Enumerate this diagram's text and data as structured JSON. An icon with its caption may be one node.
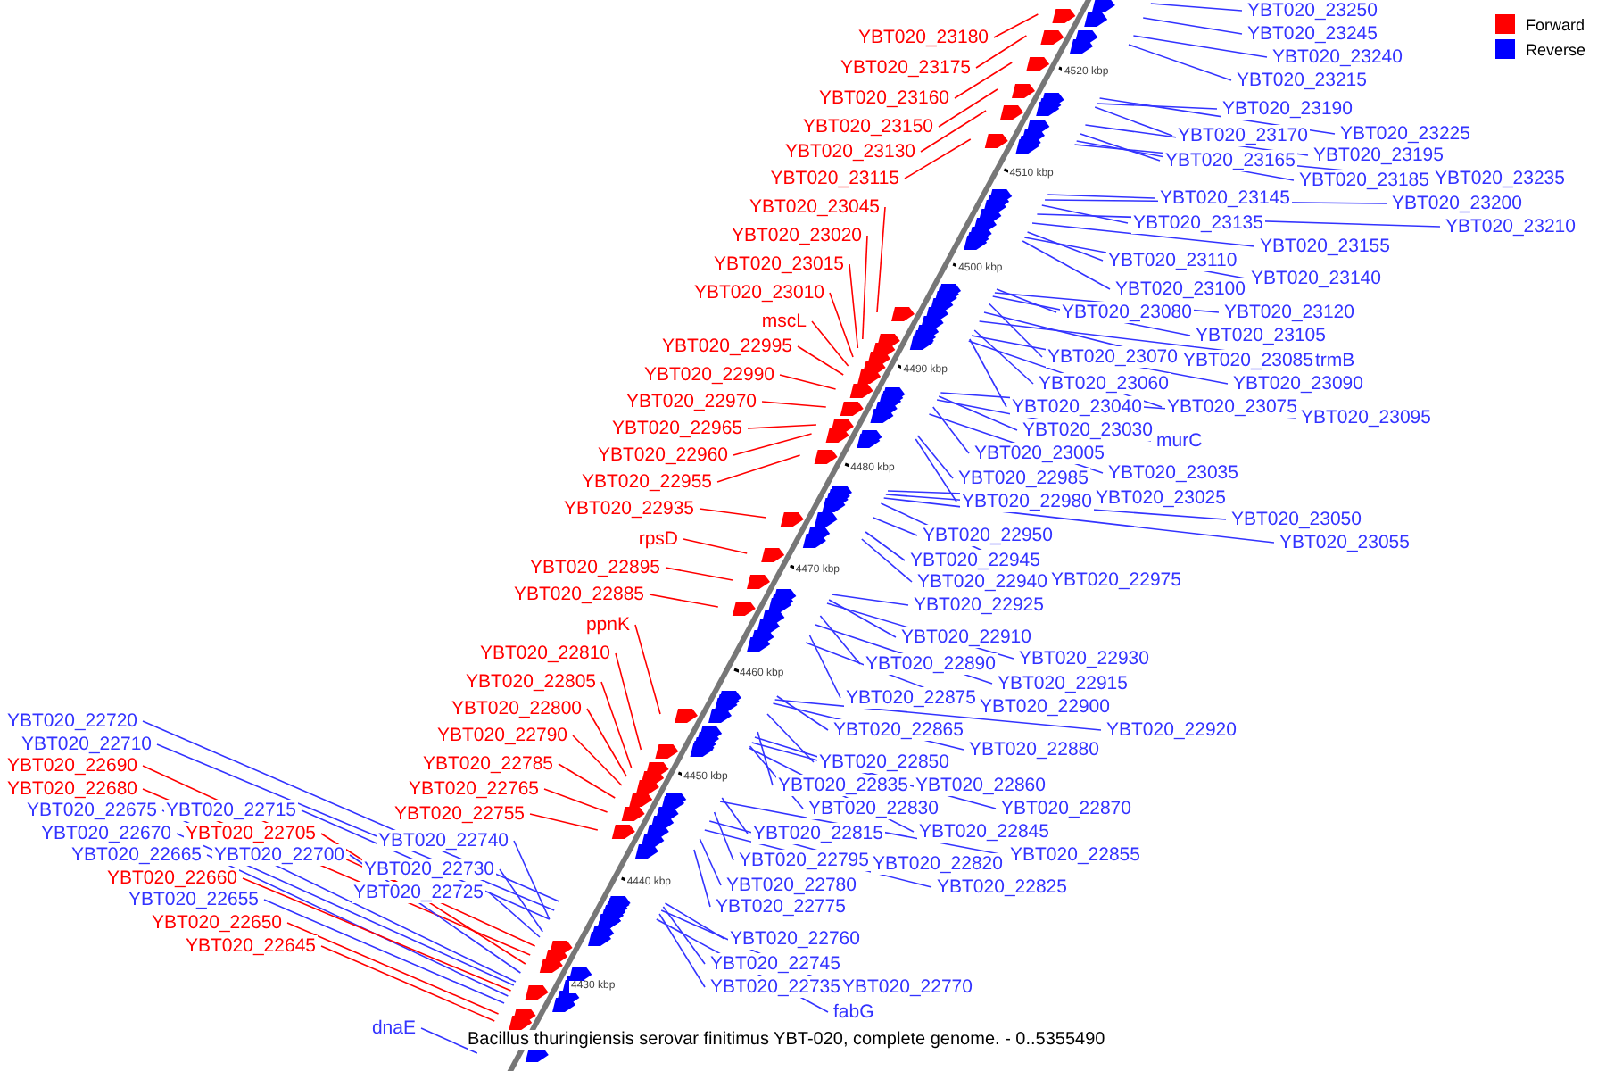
{
  "diagram": {
    "caption": "Bacillus thuringiensis serovar finitimus YBT-020, complete genome. - 0..5355490",
    "nodes": [
      {
        "text": [
          "YBT020_23180"
        ]
      },
      {
        "text": [
          "YBT020_23175"
        ]
      },
      {
        "text": [
          "YBT020_23160"
        ]
      },
      {
        "text": [
          "YBT020_23150"
        ]
      },
      {
        "text": [
          "YBT020_23130"
        ]
      },
      {
        "text": [
          "YBT020_23115"
        ]
      },
      {
        "text": [
          "YBT020_23045"
        ]
      },
      {
        "text": [
          "YBT020_23020"
        ]
      },
      {
        "text": [
          "YBT020_23015"
        ]
      },
      {
        "text": [
          "YBT020_23010"
        ]
      },
      {
        "text": [
          "mscL"
        ]
      },
      {
        "text": [
          "YBT020_22995"
        ]
      },
      {
        "text": [
          "YBT020_22990"
        ]
      },
      {
        "text": [
          "YBT020_22970"
        ]
      },
      {
        "text": [
          "YBT020_22965"
        ]
      },
      {
        "text": [
          "YBT020_22960"
        ]
      },
      {
        "text": [
          "YBT020_22955"
        ]
      },
      {
        "text": [
          "YBT020_22935"
        ]
      },
      {
        "text": [
          "rpsD"
        ]
      },
      {
        "text": [
          "YBT020_22895"
        ]
      },
      {
        "text": [
          "YBT020_22885"
        ]
      },
      {
        "text": [
          "ppnK"
        ]
      },
      {
        "text": [
          "YBT020_22810"
        ]
      },
      {
        "text": [
          "YBT020_22805"
        ]
      },
      {
        "text": [
          "YBT020_22800"
        ]
      },
      {
        "text": [
          "YBT020_22790"
        ]
      },
      {
        "text": [
          "YBT020_22785"
        ]
      },
      {
        "text": [
          "YBT020_22765"
        ]
      },
      {
        "text": [
          "YBT020_22755"
        ]
      },
      {
        "text": [
          "YBT020_22720"
        ]
      },
      {
        "text": [
          "YBT020_22710"
        ]
      },
      {
        "text": [
          "YBT020_22690"
        ]
      },
      {
        "text": [
          "YBT020_22680"
        ]
      },
      {
        "text": [
          "YBT020_22675"
        ]
      },
      {
        "text": [
          "YBT020_22715"
        ]
      },
      {
        "text": [
          "YBT020_22670"
        ]
      },
      {
        "text": [
          "YBT020_22705"
        ]
      },
      {
        "text": [
          "YBT020_22740"
        ]
      },
      {
        "text": [
          "YBT020_22665"
        ]
      },
      {
        "text": [
          "YBT020_22700"
        ]
      },
      {
        "text": [
          "YBT020_22730"
        ]
      },
      {
        "text": [
          "YBT020_22660"
        ]
      },
      {
        "text": [
          "YBT020_22725"
        ]
      },
      {
        "text": [
          "YBT020_22655"
        ]
      },
      {
        "text": [
          "YBT020_22650"
        ]
      },
      {
        "text": [
          "YBT020_22645"
        ]
      },
      {
        "text": [
          "dnaE"
        ]
      },
      {
        "text": [
          "YBT020_23250"
        ]
      },
      {
        "text": [
          "YBT020_23245"
        ]
      },
      {
        "text": [
          "YBT020_23240"
        ]
      },
      {
        "text": [
          "YBT020_23215"
        ]
      },
      {
        "text": [
          "YBT020_23190"
        ]
      },
      {
        "text": [
          "YBT020_23225"
        ]
      },
      {
        "text": [
          "YBT020_23170"
        ]
      },
      {
        "text": [
          "YBT020_23195"
        ]
      },
      {
        "text": [
          "YBT020_23165"
        ]
      },
      {
        "text": [
          "YBT020_23185"
        ]
      },
      {
        "text": [
          "YBT020_23235"
        ]
      },
      {
        "text": [
          "YBT020_23145"
        ]
      },
      {
        "text": [
          "YBT020_23200"
        ]
      },
      {
        "text": [
          "YBT020_23135"
        ]
      },
      {
        "text": [
          "YBT020_23210"
        ]
      },
      {
        "text": [
          "YBT020_23155"
        ]
      },
      {
        "text": [
          "YBT020_23110"
        ]
      },
      {
        "text": [
          "YBT020_23140"
        ]
      },
      {
        "text": [
          "YBT020_23100"
        ]
      },
      {
        "text": [
          "YBT020_23080"
        ]
      },
      {
        "text": [
          "YBT020_23120"
        ]
      },
      {
        "text": [
          "YBT020_23105"
        ]
      },
      {
        "text": [
          "YBT020_23070"
        ]
      },
      {
        "text": [
          "YBT020_23085"
        ]
      },
      {
        "text": [
          "trmB"
        ]
      },
      {
        "text": [
          "YBT020_23060"
        ]
      },
      {
        "text": [
          "YBT020_23090"
        ]
      },
      {
        "text": [
          "YBT020_23040"
        ]
      },
      {
        "text": [
          "YBT020_23075"
        ]
      },
      {
        "text": [
          "YBT020_23095"
        ]
      },
      {
        "text": [
          "YBT020_23030"
        ]
      },
      {
        "text": [
          "murC"
        ]
      },
      {
        "text": [
          "YBT020_23005"
        ]
      },
      {
        "text": [
          "YBT020_23035"
        ]
      },
      {
        "text": [
          "YBT020_22985"
        ]
      },
      {
        "text": [
          "YBT020_22980"
        ]
      },
      {
        "text": [
          "YBT020_23025"
        ]
      },
      {
        "text": [
          "YBT020_23050"
        ]
      },
      {
        "text": [
          "YBT020_23055"
        ]
      },
      {
        "text": [
          "YBT020_22950"
        ]
      },
      {
        "text": [
          "YBT020_22945"
        ]
      },
      {
        "text": [
          "YBT020_22940"
        ]
      },
      {
        "text": [
          "YBT020_22975"
        ]
      },
      {
        "text": [
          "YBT020_22925"
        ]
      },
      {
        "text": [
          "YBT020_22910"
        ]
      },
      {
        "text": [
          "YBT020_22930"
        ]
      },
      {
        "text": [
          "YBT020_22890"
        ]
      },
      {
        "text": [
          "YBT020_22915"
        ]
      },
      {
        "text": [
          "YBT020_22875"
        ]
      },
      {
        "text": [
          "YBT020_22900"
        ]
      },
      {
        "text": [
          "YBT020_22865"
        ]
      },
      {
        "text": [
          "YBT020_22920"
        ]
      },
      {
        "text": [
          "YBT020_22880"
        ]
      },
      {
        "text": [
          "YBT020_22850"
        ]
      },
      {
        "text": [
          "YBT020_22835"
        ]
      },
      {
        "text": [
          "YBT020_22860"
        ]
      },
      {
        "text": [
          "YBT020_22870"
        ]
      },
      {
        "text": [
          "YBT020_22830"
        ]
      },
      {
        "text": [
          "YBT020_22845"
        ]
      },
      {
        "text": [
          "YBT020_22815"
        ]
      },
      {
        "text": [
          "YBT020_22855"
        ]
      },
      {
        "text": [
          "YBT020_22795"
        ]
      },
      {
        "text": [
          "YBT020_22820"
        ]
      },
      {
        "text": [
          "YBT020_22780"
        ]
      },
      {
        "text": [
          "YBT020_22825"
        ]
      },
      {
        "text": [
          "YBT020_22775"
        ]
      },
      {
        "text": [
          "YBT020_22760"
        ]
      },
      {
        "text": [
          "YBT020_22745"
        ]
      },
      {
        "text": [
          "YBT020_22735"
        ]
      },
      {
        "text": [
          "YBT020_22770"
        ]
      },
      {
        "text": [
          "fabG"
        ]
      }
    ],
    "edges": [
      {
        "from": 0,
        "to": null,
        "arrow": "none",
        "color": "#ff0000"
      },
      {
        "from": 1,
        "to": null,
        "arrow": "none",
        "color": "#ff0000"
      },
      {
        "from": 2,
        "to": null,
        "arrow": "none",
        "color": "#ff0000"
      },
      {
        "from": 3,
        "to": null,
        "arrow": "none",
        "color": "#ff0000"
      },
      {
        "from": 4,
        "to": null,
        "arrow": "none",
        "color": "#ff0000"
      },
      {
        "from": 5,
        "to": null,
        "arrow": "none",
        "color": "#ff0000"
      },
      {
        "from": 6,
        "to": null,
        "arrow": "none",
        "color": "#ff0000"
      },
      {
        "from": 7,
        "to": null,
        "arrow": "none",
        "color": "#ff0000"
      },
      {
        "from": 8,
        "to": null,
        "arrow": "none",
        "color": "#ff0000"
      },
      {
        "from": 9,
        "to": null,
        "arrow": "none",
        "color": "#ff0000"
      },
      {
        "from": 10,
        "to": null,
        "arrow": "none",
        "color": "#ff0000"
      },
      {
        "from": 11,
        "to": null,
        "arrow": "none",
        "color": "#ff0000"
      },
      {
        "from": 12,
        "to": null,
        "arrow": "none",
        "color": "#ff0000"
      },
      {
        "from": 13,
        "to": null,
        "arrow": "none",
        "color": "#ff0000"
      },
      {
        "from": 14,
        "to": null,
        "arrow": "none",
        "color": "#ff0000"
      },
      {
        "from": 15,
        "to": null,
        "arrow": "none",
        "color": "#ff0000"
      },
      {
        "from": 16,
        "to": null,
        "arrow": "none",
        "color": "#ff0000"
      },
      {
        "from": 17,
        "to": null,
        "arrow": "none",
        "color": "#ff0000"
      },
      {
        "from": 18,
        "to": null,
        "arrow": "none",
        "color": "#ff0000"
      },
      {
        "from": 19,
        "to": null,
        "arrow": "none",
        "color": "#ff0000"
      },
      {
        "from": 20,
        "to": null,
        "arrow": "none",
        "color": "#ff0000"
      },
      {
        "from": 21,
        "to": null,
        "arrow": "none",
        "color": "#ff0000"
      },
      {
        "from": 22,
        "to": null,
        "arrow": "none",
        "color": "#ff0000"
      },
      {
        "from": 23,
        "to": null,
        "arrow": "none",
        "color": "#ff0000"
      },
      {
        "from": 24,
        "to": null,
        "arrow": "none",
        "color": "#ff0000"
      },
      {
        "from": 25,
        "to": null,
        "arrow": "none",
        "color": "#ff0000"
      },
      {
        "from": 26,
        "to": null,
        "arrow": "none",
        "color": "#ff0000"
      },
      {
        "from": 27,
        "to": null,
        "arrow": "none",
        "color": "#ff0000"
      },
      {
        "from": 28,
        "to": null,
        "arrow": "none",
        "color": "#ff0000"
      },
      {
        "from": 29,
        "to": null,
        "arrow": "none"
      },
      {
        "from": 30,
        "to": null,
        "arrow": "none"
      },
      {
        "from": 31,
        "to": null,
        "arrow": "none",
        "color": "#ff0000"
      },
      {
        "from": 32,
        "to": null,
        "arrow": "none",
        "color": "#ff0000"
      },
      {
        "from": 33,
        "to": null,
        "arrow": "none"
      },
      {
        "from": 34,
        "to": null,
        "arrow": "none"
      },
      {
        "from": 35,
        "to": null,
        "arrow": "none"
      },
      {
        "from": 36,
        "to": null,
        "arrow": "none",
        "color": "#ff0000"
      },
      {
        "from": 37,
        "to": null,
        "arrow": "none"
      },
      {
        "from": 38,
        "to": null,
        "arrow": "none"
      },
      {
        "from": 39,
        "to": null,
        "arrow": "none"
      },
      {
        "from": 40,
        "to": null,
        "arrow": "none"
      },
      {
        "from": 41,
        "to": null,
        "arrow": "none",
        "color": "#ff0000"
      },
      {
        "from": 42,
        "to": null,
        "arrow": "none"
      },
      {
        "from": 43,
        "to": null,
        "arrow": "none"
      },
      {
        "from": 44,
        "to": null,
        "arrow": "none",
        "color": "#ff0000"
      },
      {
        "from": 45,
        "to": null,
        "arrow": "none",
        "color": "#ff0000"
      },
      {
        "from": 46,
        "to": null,
        "arrow": "none"
      },
      {
        "from": 47,
        "to": null,
        "arrow": "none"
      },
      {
        "from": 48,
        "to": null,
        "arrow": "none"
      },
      {
        "from": 49,
        "to": null,
        "arrow": "none"
      },
      {
        "from": 50,
        "to": null,
        "arrow": "none"
      },
      {
        "from": 51,
        "to": null,
        "arrow": "none"
      },
      {
        "from": 52,
        "to": null,
        "arrow": "none"
      },
      {
        "from": 53,
        "to": null,
        "arrow": "none"
      },
      {
        "from": 54,
        "to": null,
        "arrow": "none"
      },
      {
        "from": 55,
        "to": null,
        "arrow": "none"
      },
      {
        "from": 56,
        "to": null,
        "arrow": "none"
      },
      {
        "from": 57,
        "to": null,
        "arrow": "none"
      },
      {
        "from": 58,
        "to": null,
        "arrow": "none"
      },
      {
        "from": 59,
        "to": null,
        "arrow": "none"
      },
      {
        "from": 60,
        "to": null,
        "arrow": "none"
      },
      {
        "from": 61,
        "to": null,
        "arrow": "none"
      },
      {
        "from": 62,
        "to": null,
        "arrow": "none"
      },
      {
        "from": 63,
        "to": null,
        "arrow": "none"
      },
      {
        "from": 64,
        "to": null,
        "arrow": "none"
      },
      {
        "from": 65,
        "to": null,
        "arrow": "none"
      },
      {
        "from": 66,
        "to": null,
        "arrow": "none"
      },
      {
        "from": 67,
        "to": null,
        "arrow": "none"
      },
      {
        "from": 68,
        "to": null,
        "arrow": "none"
      },
      {
        "from": 69,
        "to": null,
        "arrow": "none"
      },
      {
        "from": 70,
        "to": null,
        "arrow": "none"
      },
      {
        "from": 71,
        "to": null,
        "arrow": "none"
      },
      {
        "from": 72,
        "to": null,
        "arrow": "none"
      },
      {
        "from": 73,
        "to": null,
        "arrow": "none"
      },
      {
        "from": 74,
        "to": null,
        "arrow": "none"
      },
      {
        "from": 75,
        "to": null,
        "arrow": "none"
      },
      {
        "from": 76,
        "to": null,
        "arrow": "none"
      },
      {
        "from": 77,
        "to": null,
        "arrow": "none"
      },
      {
        "from": 78,
        "to": null,
        "arrow": "none"
      },
      {
        "from": 79,
        "to": null,
        "arrow": "none"
      },
      {
        "from": 80,
        "to": null,
        "arrow": "none"
      },
      {
        "from": 81,
        "to": null,
        "arrow": "none"
      },
      {
        "from": 82,
        "to": null,
        "arrow": "none"
      },
      {
        "from": 83,
        "to": null,
        "arrow": "none"
      },
      {
        "from": 84,
        "to": null,
        "arrow": "none"
      },
      {
        "from": 85,
        "to": null,
        "arrow": "none"
      },
      {
        "from": 86,
        "to": null,
        "arrow": "none"
      },
      {
        "from": 87,
        "to": null,
        "arrow": "none"
      },
      {
        "from": 88,
        "to": null,
        "arrow": "none"
      },
      {
        "from": 89,
        "to": null,
        "arrow": "none"
      },
      {
        "from": 90,
        "to": null,
        "arrow": "none"
      },
      {
        "from": 91,
        "to": null,
        "arrow": "none"
      },
      {
        "from": 92,
        "to": null,
        "arrow": "none"
      },
      {
        "from": 93,
        "to": null,
        "arrow": "none"
      },
      {
        "from": 94,
        "to": null,
        "arrow": "none"
      },
      {
        "from": 95,
        "to": null,
        "arrow": "none"
      },
      {
        "from": 96,
        "to": null,
        "arrow": "none"
      },
      {
        "from": 97,
        "to": null,
        "arrow": "none"
      },
      {
        "from": 98,
        "to": null,
        "arrow": "none"
      },
      {
        "from": 99,
        "to": null,
        "arrow": "none"
      },
      {
        "from": 100,
        "to": null,
        "arrow": "none"
      },
      {
        "from": 101,
        "to": null,
        "arrow": "none"
      },
      {
        "from": 102,
        "to": null,
        "arrow": "none"
      },
      {
        "from": 103,
        "to": null,
        "arrow": "none"
      },
      {
        "from": 104,
        "to": null,
        "arrow": "none"
      },
      {
        "from": 105,
        "to": null,
        "arrow": "none"
      },
      {
        "from": 106,
        "to": null,
        "arrow": "none"
      },
      {
        "from": 107,
        "to": null,
        "arrow": "none"
      },
      {
        "from": 108,
        "to": null,
        "arrow": "none"
      },
      {
        "from": 109,
        "to": null,
        "arrow": "none"
      },
      {
        "from": 110,
        "to": null,
        "arrow": "none"
      },
      {
        "from": 111,
        "to": null,
        "arrow": "none"
      },
      {
        "from": 112,
        "to": null,
        "arrow": "none"
      },
      {
        "from": 113,
        "to": null,
        "arrow": "none"
      },
      {
        "from": 114,
        "to": null,
        "arrow": "none"
      },
      {
        "from": 115,
        "to": null,
        "arrow": "none"
      },
      {
        "from": 116,
        "to": null,
        "arrow": "none"
      },
      {
        "from": 117,
        "to": null,
        "arrow": "none"
      }
    ],
    "labels": [
      "4520 kbp",
      "4510 kbp",
      "4500 kbp",
      "4490 kbp",
      "4480 kbp",
      "4470 kbp",
      "4460 kbp",
      "4450 kbp",
      "4440 kbp",
      "4430 kbp"
    ],
    "legend": [
      {
        "text": "Forward",
        "color": "#ff0000"
      },
      {
        "text": "Reverse",
        "color": "#0000ff"
      }
    ]
  }
}
